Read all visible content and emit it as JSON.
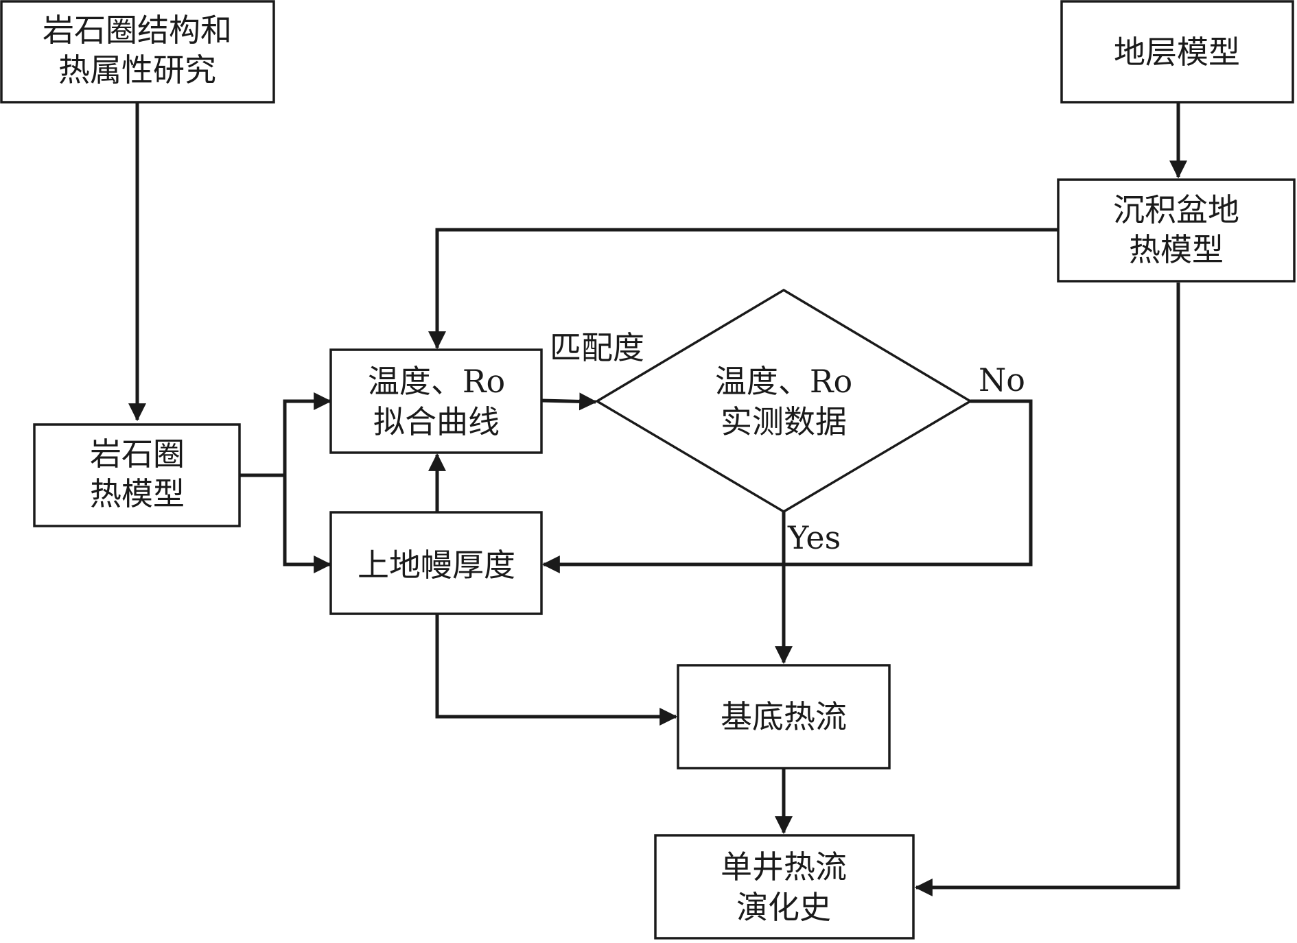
{
  "nodes": {
    "lithosphere_research": {
      "line1": "岩石圈结构和",
      "line2": "热属性研究"
    },
    "strata_model": {
      "line1": "地层模型"
    },
    "basin_thermal_model": {
      "line1": "沉积盆地",
      "line2": "热模型"
    },
    "lithosphere_thermal_model": {
      "line1": "岩石圈",
      "line2": "热模型"
    },
    "fitting_curve": {
      "line1": "温度、Ro",
      "line2": "拟合曲线"
    },
    "measured_data": {
      "line1": "温度、Ro",
      "line2": "实测数据"
    },
    "upper_mantle_thickness": {
      "line1": "上地幔厚度"
    },
    "basal_heat_flow": {
      "line1": "基底热流"
    },
    "single_well_history": {
      "line1": "单井热流",
      "line2": "演化史"
    }
  },
  "edge_labels": {
    "match_degree": "匹配度",
    "no": "No",
    "yes": "Yes"
  }
}
